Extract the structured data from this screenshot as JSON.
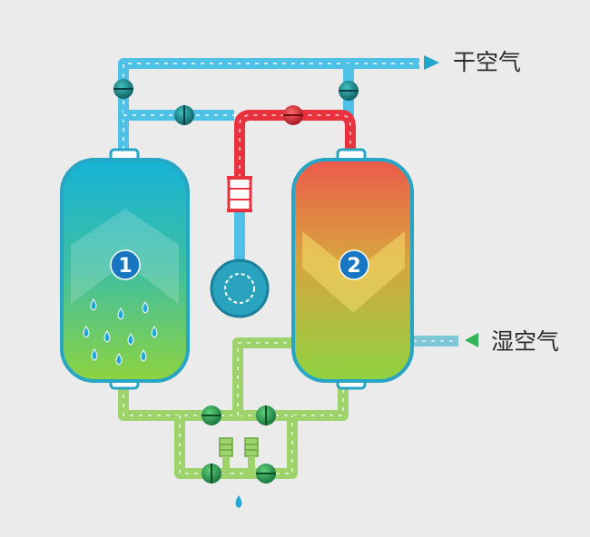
{
  "outlets": {
    "dry_air_label": "干空气",
    "wet_air_label": "湿空气"
  },
  "towers": [
    {
      "number": "1",
      "state": "adsorbing",
      "color_top": "#16b2d6",
      "color_bottom": "#8ed340"
    },
    {
      "number": "2",
      "state": "regenerating",
      "color_top": "#ec5a4c",
      "color_bottom": "#8ed340"
    }
  ],
  "colors": {
    "background": "#ebebeb",
    "dry_line": "#4fc1e6",
    "hot_line": "#e8333e",
    "wet_line": "#9ed26a",
    "blower": "#2aa3bf",
    "water_drop": "#22a7d8"
  },
  "icons": [
    "valve-icon",
    "heater-icon",
    "blower-icon",
    "water-drop-icon",
    "silencer-icon"
  ]
}
